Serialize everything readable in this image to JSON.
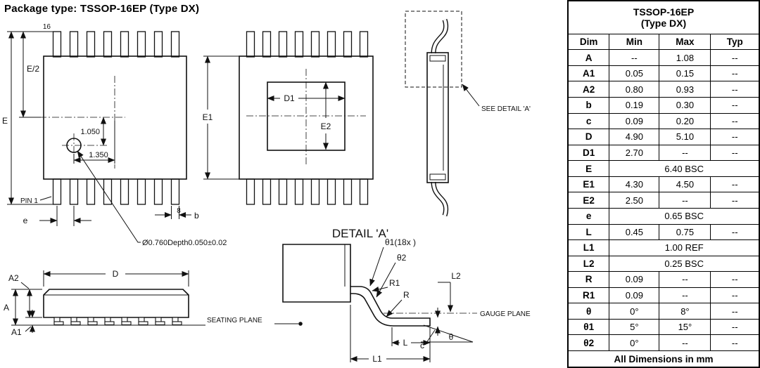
{
  "page": {
    "title": "Package type: TSSOP-16EP (Type DX)"
  },
  "views": {
    "top": {
      "pin16_label": "16",
      "pin8_label": "8",
      "pin1_label": "PIN 1",
      "e_half": "E/2",
      "e_total": "E",
      "pitch": "e",
      "lead_width": "b",
      "hole_offset_y": "1.050",
      "hole_offset_x": "1.350",
      "hole_note": "Ø0.760Depth0.050±0.02"
    },
    "pad": {
      "d1": "D1",
      "e1": "E1",
      "e2": "E2"
    },
    "end": {
      "see_detail": "SEE DETAIL 'A'"
    },
    "side": {
      "a2": "A2",
      "a": "A",
      "a1": "A1",
      "d": "D",
      "seating_plane": "SEATING PLANE"
    },
    "detail": {
      "title": "DETAIL 'A'",
      "theta1": "θ1(18x )",
      "theta2": "θ2",
      "r1": "R1",
      "r": "R",
      "l2": "L2",
      "gauge_plane": "GAUGE PLANE",
      "l": "L",
      "c": "c",
      "theta": "θ",
      "l1": "L1"
    }
  },
  "table": {
    "title_line1": "TSSOP-16EP",
    "title_line2": "(Type DX)",
    "headers": {
      "dim": "Dim",
      "min": "Min",
      "max": "Max",
      "typ": "Typ"
    },
    "rows": [
      {
        "dim": "A",
        "min": "--",
        "max": "1.08",
        "typ": "--"
      },
      {
        "dim": "A1",
        "min": "0.05",
        "max": "0.15",
        "typ": "--"
      },
      {
        "dim": "A2",
        "min": "0.80",
        "max": "0.93",
        "typ": "--"
      },
      {
        "dim": "b",
        "min": "0.19",
        "max": "0.30",
        "typ": "--"
      },
      {
        "dim": "c",
        "min": "0.09",
        "max": "0.20",
        "typ": "--"
      },
      {
        "dim": "D",
        "min": "4.90",
        "max": "5.10",
        "typ": "--"
      },
      {
        "dim": "D1",
        "min": "2.70",
        "max": "--",
        "typ": "--"
      },
      {
        "dim": "E",
        "span": "6.40 BSC"
      },
      {
        "dim": "E1",
        "min": "4.30",
        "max": "4.50",
        "typ": "--"
      },
      {
        "dim": "E2",
        "min": "2.50",
        "max": "--",
        "typ": "--"
      },
      {
        "dim": "e",
        "span": "0.65 BSC"
      },
      {
        "dim": "L",
        "min": "0.45",
        "max": "0.75",
        "typ": "--"
      },
      {
        "dim": "L1",
        "span": "1.00  REF"
      },
      {
        "dim": "L2",
        "span": "0.25 BSC"
      },
      {
        "dim": "R",
        "min": "0.09",
        "max": "--",
        "typ": "--"
      },
      {
        "dim": "R1",
        "min": "0.09",
        "max": "--",
        "typ": "--"
      },
      {
        "dim": "θ",
        "min": "0°",
        "max": "8°",
        "typ": "--"
      },
      {
        "dim": "θ1",
        "min": "5°",
        "max": "15°",
        "typ": "--"
      },
      {
        "dim": "θ2",
        "min": "0°",
        "max": "--",
        "typ": "--"
      }
    ],
    "footer": "All Dimensions in mm"
  }
}
